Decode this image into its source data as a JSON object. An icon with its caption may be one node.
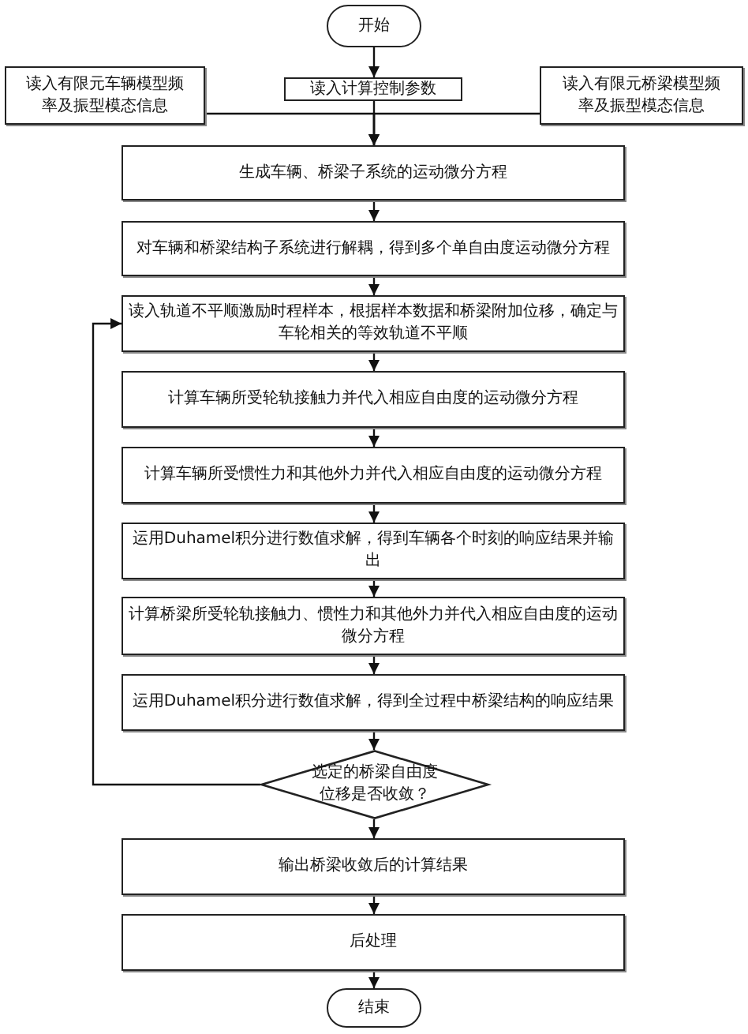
{
  "diagram": {
    "nodes": [
      {
        "text": [
          "开始"
        ]
      },
      {
        "text": [
          "读入有限元车辆模型频率及振型模态信息"
        ]
      },
      {
        "text": [
          "读入计算控制参数"
        ]
      },
      {
        "text": [
          "读入有限元桥梁模型频率及振型模态信息"
        ]
      },
      {
        "text": [
          "生成车辆、桥梁子系统的运动微分方程"
        ]
      },
      {
        "text": [
          "对车辆和桥梁结构子系统进行解耦，得到多个单自由度运动微分方程"
        ]
      },
      {
        "text": [
          "读入轨道不平顺激励时程样本，根据样本数据和桥梁附加位移，确定与车轮相关的等效轨道不平顺"
        ]
      },
      {
        "text": [
          "计算车辆所受轮轨接触力并代入相应自由度的运动微分方程"
        ]
      },
      {
        "text": [
          "计算车辆所受惯性力和其他外力并代入相应自由度的运动微分方程"
        ]
      },
      {
        "text": [
          "运用Duhamel积分进行数值求解，得到车辆各个时刻的响应结果并输出"
        ]
      },
      {
        "text": [
          "计算桥梁所受轮轨接触力、惯性力和其他外力并代入相应自由度的运动微分方程"
        ]
      },
      {
        "text": [
          "运用Duhamel积分进行数值求解，得到全过程中桥梁结构的响应结果"
        ]
      },
      {
        "text": [
          "选定的桥梁自由度位移是否收敛？"
        ]
      },
      {
        "text": [
          "输出桥梁收敛后的计算结果"
        ]
      },
      {
        "text": [
          "后处理"
        ]
      },
      {
        "text": [
          "结束"
        ]
      }
    ],
    "edges": [
      {
        "from": 0,
        "to": 2,
        "arrow": "to"
      },
      {
        "from": 2,
        "to": 4,
        "arrow": "to"
      },
      {
        "from": 1,
        "to": 4,
        "arrow": "to"
      },
      {
        "from": 3,
        "to": 4,
        "arrow": "to"
      },
      {
        "from": 4,
        "to": 5,
        "arrow": "to"
      },
      {
        "from": 5,
        "to": 6,
        "arrow": "to"
      },
      {
        "from": 6,
        "to": 7,
        "arrow": "to"
      },
      {
        "from": 7,
        "to": 8,
        "arrow": "to"
      },
      {
        "from": 8,
        "to": 9,
        "arrow": "to"
      },
      {
        "from": 9,
        "to": 10,
        "arrow": "to"
      },
      {
        "from": 10,
        "to": 11,
        "arrow": "to"
      },
      {
        "from": 11,
        "to": 12,
        "arrow": "to"
      },
      {
        "from": 12,
        "to": 13,
        "arrow": "to"
      },
      {
        "from": 12,
        "to": 6,
        "arrow": "to"
      },
      {
        "from": 13,
        "to": 14,
        "arrow": "to"
      },
      {
        "from": 14,
        "to": 15,
        "arrow": "to"
      }
    ]
  }
}
